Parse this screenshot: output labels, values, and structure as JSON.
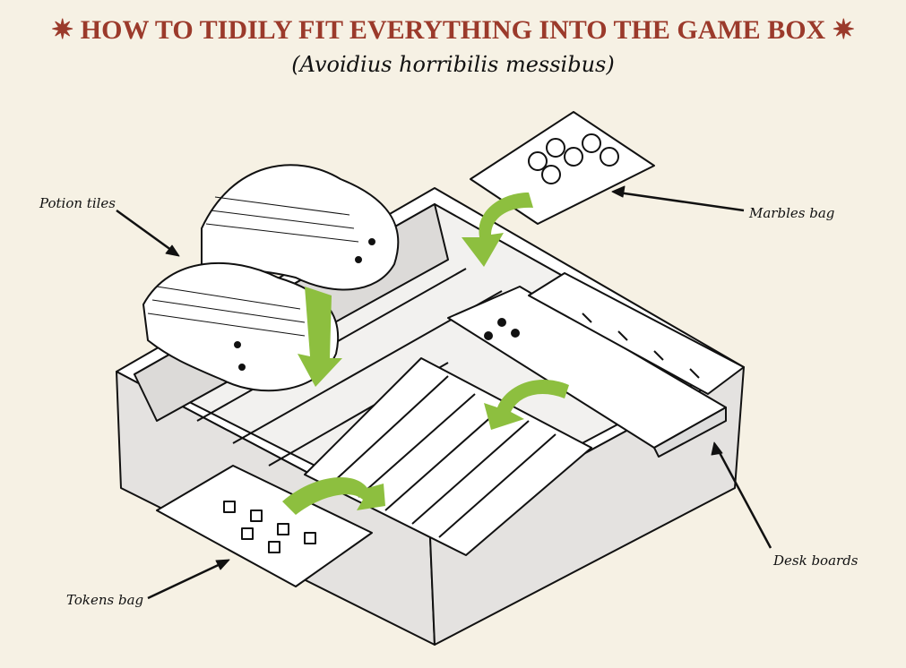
{
  "header": {
    "title": "HOW TO TIDILY FIT EVERYTHING INTO THE GAME BOX",
    "ornament": "✷",
    "subtitle": "(Avoidius horribilis messibus)"
  },
  "labels": {
    "potion_tiles": "Potion tiles",
    "marbles_bag": "Marbles bag",
    "desk_boards": "Desk boards",
    "tokens_bag": "Tokens bag"
  },
  "colors": {
    "title": "#9b3a2b",
    "arrow_green": "#8dbf3f",
    "background": "#f6f1e4",
    "box_wall": "#e4e2e0"
  }
}
